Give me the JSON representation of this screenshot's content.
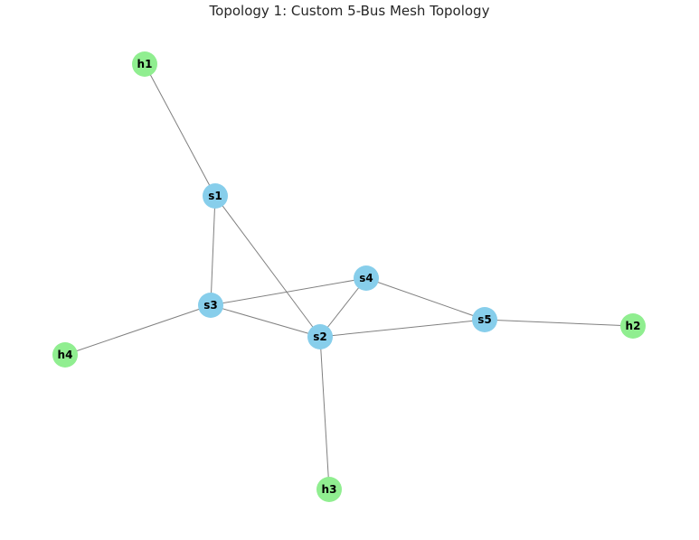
{
  "title": "Topology 1: Custom 5-Bus Mesh Topology",
  "colors": {
    "switch": "#87ceeb",
    "host": "#90ee90",
    "edge": "#808080"
  },
  "nodes": [
    {
      "id": "h1",
      "label": "h1",
      "kind": "host"
    },
    {
      "id": "s1",
      "label": "s1",
      "kind": "switch"
    },
    {
      "id": "s3",
      "label": "s3",
      "kind": "switch"
    },
    {
      "id": "s4",
      "label": "s4",
      "kind": "switch"
    },
    {
      "id": "s2",
      "label": "s2",
      "kind": "switch"
    },
    {
      "id": "s5",
      "label": "s5",
      "kind": "switch"
    },
    {
      "id": "h2",
      "label": "h2",
      "kind": "host"
    },
    {
      "id": "h4",
      "label": "h4",
      "kind": "host"
    },
    {
      "id": "h3",
      "label": "h3",
      "kind": "host"
    }
  ],
  "edges": [
    [
      "h1",
      "s1"
    ],
    [
      "s1",
      "s3"
    ],
    [
      "s1",
      "s2"
    ],
    [
      "s3",
      "s4"
    ],
    [
      "s3",
      "s2"
    ],
    [
      "s3",
      "h4"
    ],
    [
      "s4",
      "s2"
    ],
    [
      "s4",
      "s5"
    ],
    [
      "s2",
      "s5"
    ],
    [
      "s2",
      "h3"
    ],
    [
      "s5",
      "h2"
    ]
  ]
}
